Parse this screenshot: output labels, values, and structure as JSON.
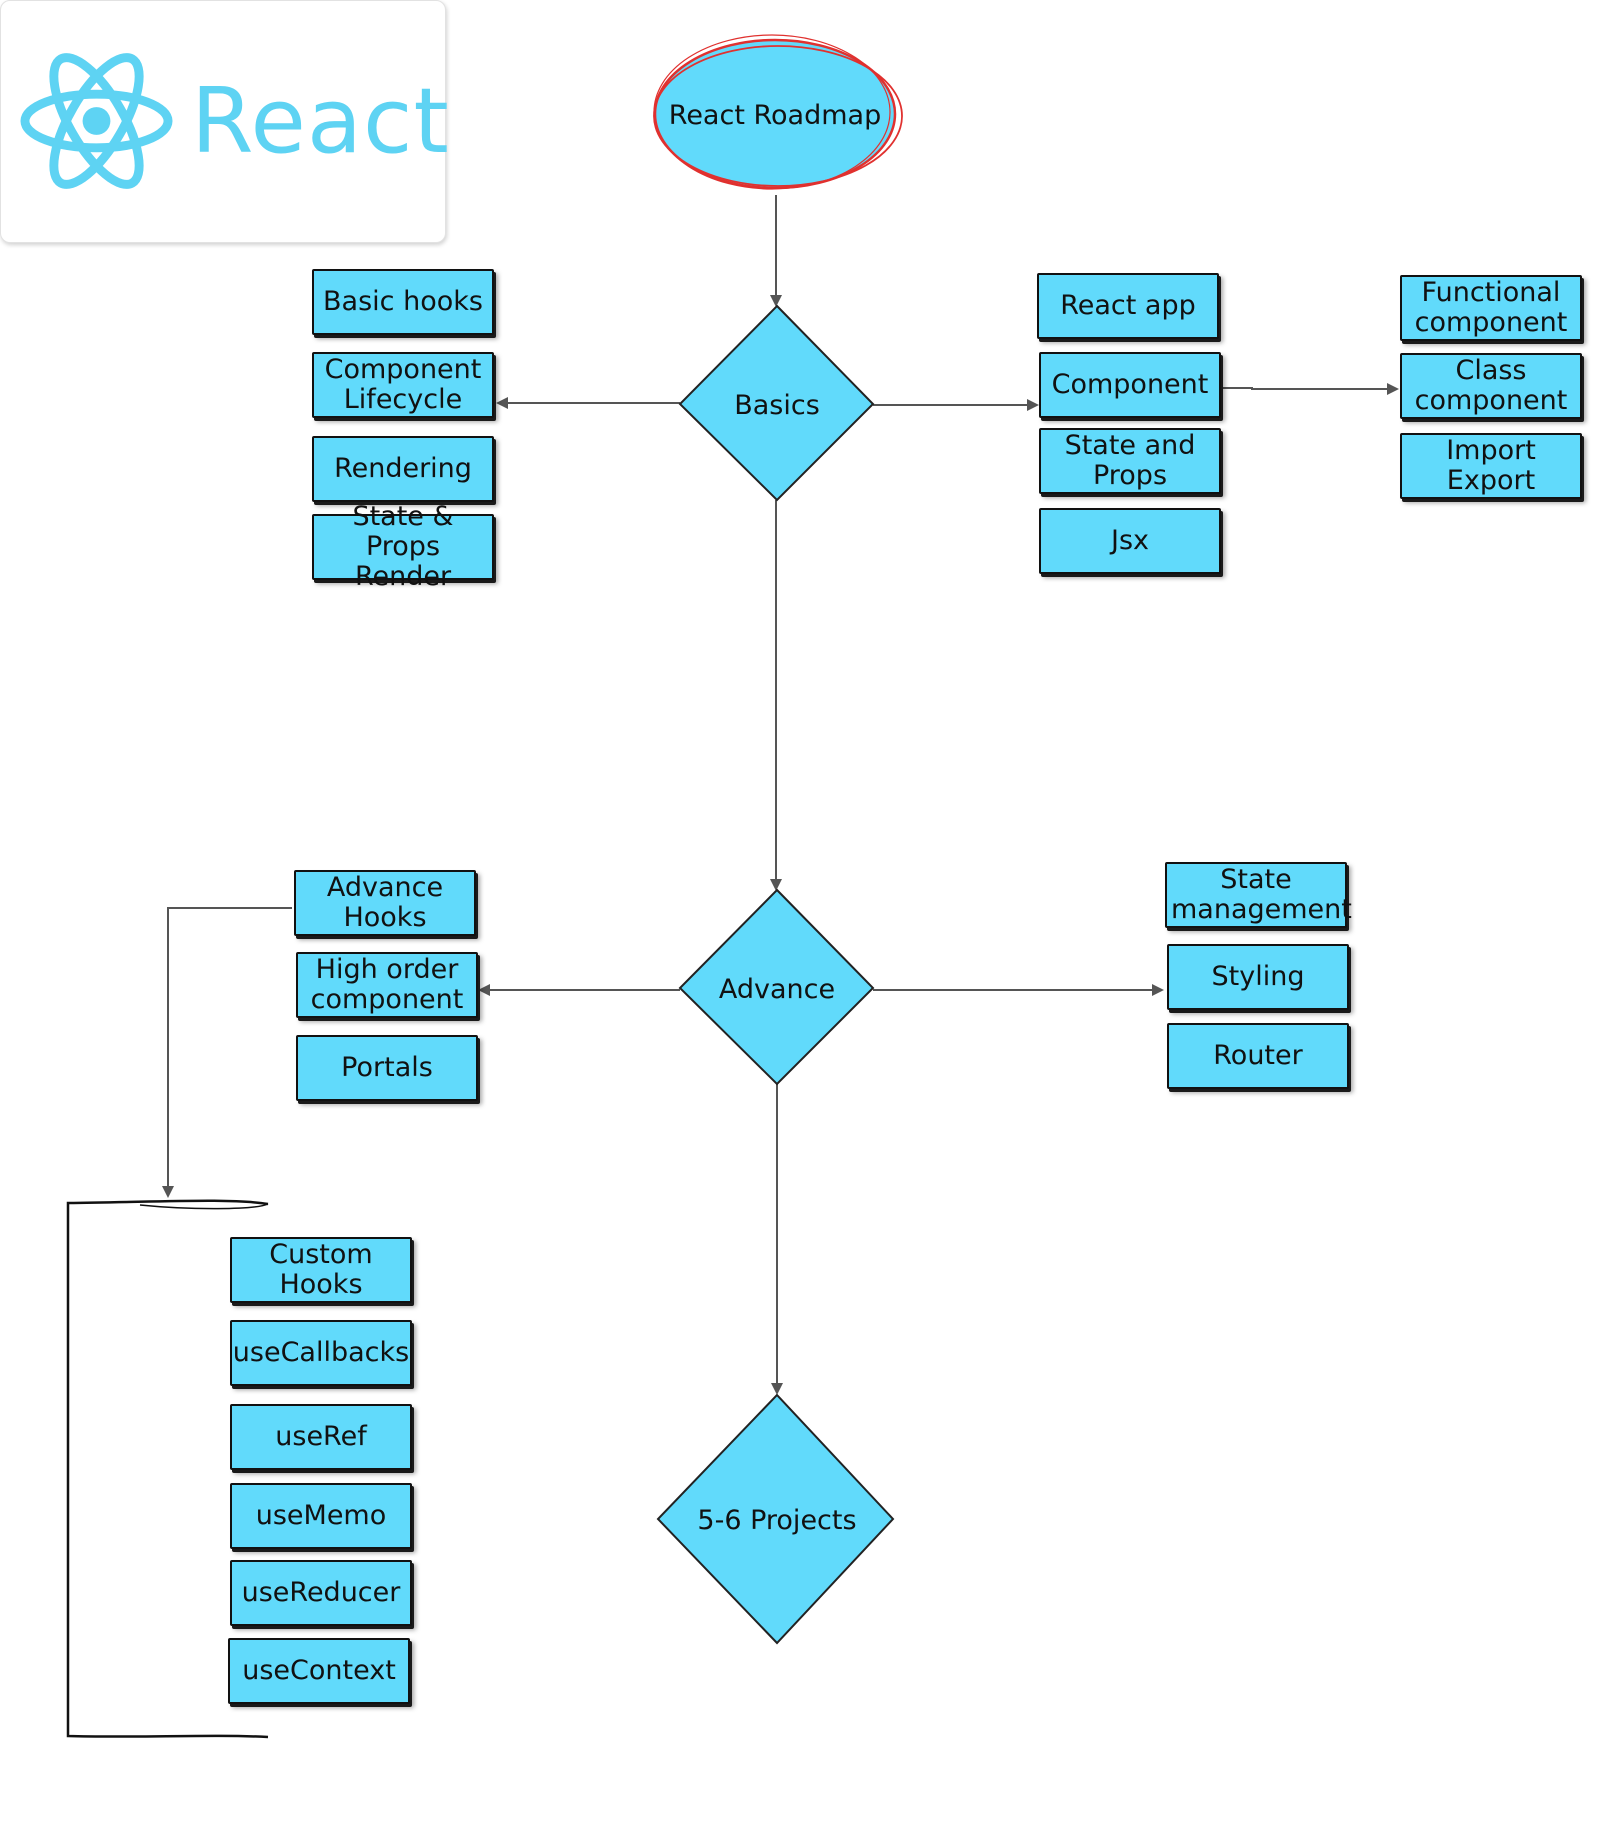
{
  "logo": {
    "text": "React",
    "icon": "react-atom-icon",
    "color": "#5ed3f3"
  },
  "colors": {
    "node_fill": "#61dafb",
    "outline": "#111111",
    "edge": "#555555",
    "start_outline": "#e0312f"
  },
  "start": {
    "label": "React Roadmap"
  },
  "decisions": {
    "basics": "Basics",
    "advance": "Advance",
    "projects": "5-6 Projects"
  },
  "basics_left": [
    "Basic hooks",
    "Component Lifecycle",
    "Rendering",
    "State & Props Render"
  ],
  "basics_right": [
    "React app",
    "Component",
    "State and Props",
    "Jsx"
  ],
  "component_types": [
    "Functional component",
    "Class component",
    "Import Export"
  ],
  "advance_left": [
    "Advance Hooks",
    "High order component",
    "Portals"
  ],
  "advance_right": [
    "State management",
    "Styling",
    "Router"
  ],
  "advance_hooks": [
    "Custom Hooks",
    "useCallbacks",
    "useRef",
    "useMemo",
    "useReducer",
    "useContext"
  ]
}
